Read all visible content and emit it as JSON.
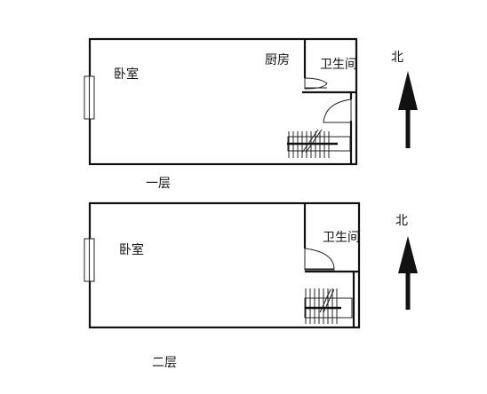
{
  "floor1": {
    "label": "一层",
    "rooms": {
      "bedroom": "卧室",
      "kitchen": "厨房",
      "bathroom": "卫生间"
    },
    "compass": "北"
  },
  "floor2": {
    "label": "二层",
    "rooms": {
      "bedroom": "卧室",
      "bathroom": "卫生间"
    },
    "compass": "北"
  },
  "colors": {
    "line": "#111111",
    "background": "#ffffff"
  }
}
